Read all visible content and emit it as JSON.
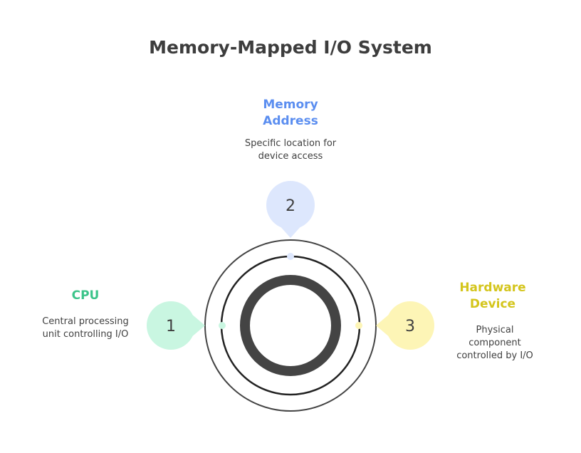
{
  "title": "Memory-Mapped I/O System",
  "colors": {
    "cpu": "#3cc48a",
    "memory": "#5b8ef0",
    "hardware": "#d4c51c",
    "cpu_fill": "#c9f6e1",
    "memory_fill": "#dde7fd",
    "hardware_fill": "#fdf5b6",
    "ring": "#444444"
  },
  "nodes": [
    {
      "number": "1",
      "heading": "CPU",
      "description": "Central processing unit controlling I/O"
    },
    {
      "number": "2",
      "heading": "Memory Address",
      "description": "Specific location for device access"
    },
    {
      "number": "3",
      "heading": "Hardware Device",
      "description": "Physical component controlled by I/O"
    }
  ]
}
